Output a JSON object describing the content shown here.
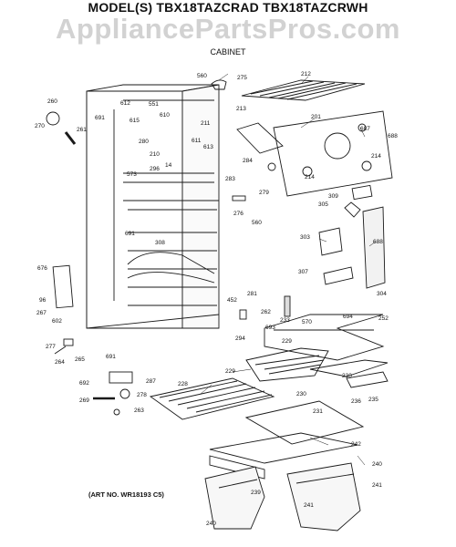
{
  "header": {
    "model_line": "MODEL(S) TBX18TAZCRAD TBX18TAZCRWH",
    "watermark": "AppliancePartsPros.com",
    "section": "CABINET"
  },
  "footer": {
    "art_no": "(ART NO. WR18193 C5)"
  },
  "callouts": [
    "560",
    "275",
    "212",
    "260",
    "270",
    "261",
    "612",
    "551",
    "610",
    "691",
    "615",
    "280",
    "210",
    "14",
    "573",
    "296",
    "611",
    "613",
    "211",
    "213",
    "201",
    "687",
    "688",
    "214",
    "214",
    "284",
    "283",
    "279",
    "276",
    "560",
    "309",
    "305",
    "303",
    "688",
    "307",
    "304",
    "308",
    "691",
    "676",
    "96",
    "267",
    "602",
    "277",
    "264",
    "265",
    "691",
    "281",
    "452",
    "262",
    "693",
    "233",
    "570",
    "694",
    "252",
    "294",
    "229",
    "230",
    "230",
    "236",
    "235",
    "229",
    "228",
    "231",
    "692",
    "287",
    "269",
    "278",
    "263",
    "242",
    "240",
    "241",
    "239",
    "241",
    "240"
  ]
}
